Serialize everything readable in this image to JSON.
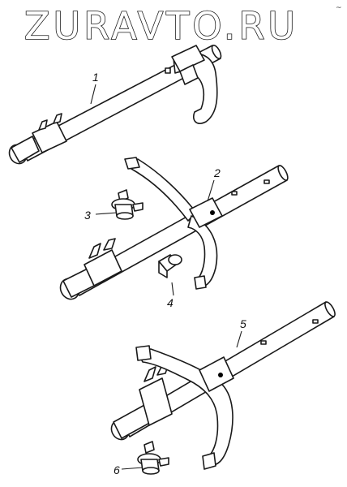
{
  "watermark": "ZURAVTO.RU",
  "corner_mark": "~",
  "callouts": [
    {
      "id": "1",
      "label": "1"
    },
    {
      "id": "2",
      "label": "2"
    },
    {
      "id": "3",
      "label": "3"
    },
    {
      "id": "4",
      "label": "4"
    },
    {
      "id": "5",
      "label": "5"
    },
    {
      "id": "6",
      "label": "6"
    }
  ],
  "colors": {
    "line": "#1a1a1a",
    "background": "#ffffff"
  }
}
